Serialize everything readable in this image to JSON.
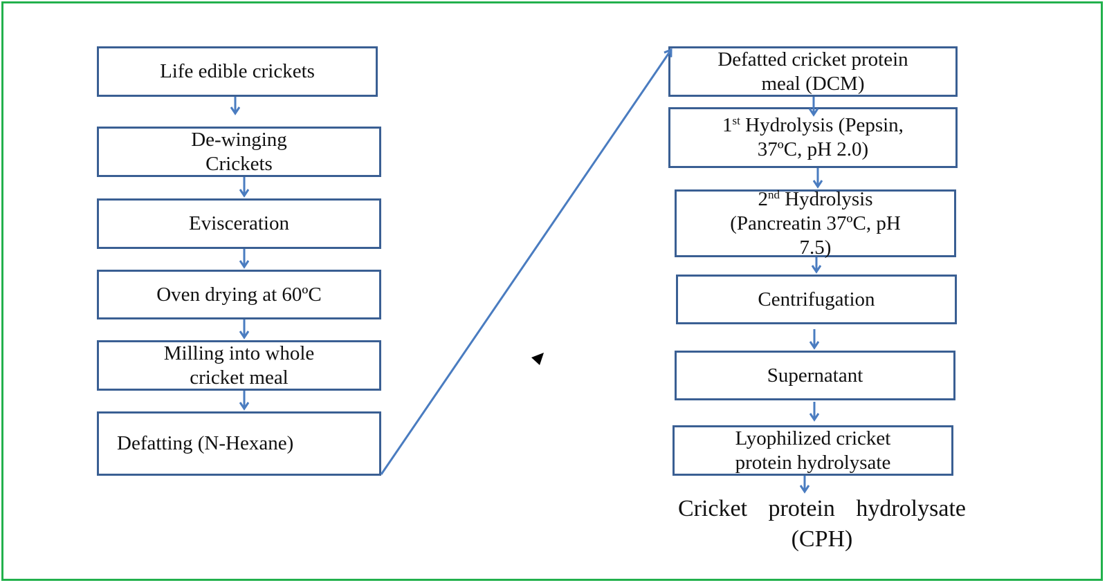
{
  "left_column": [
    {
      "lines": [
        "Life edible  crickets"
      ]
    },
    {
      "lines": [
        "De-winging",
        "Crickets"
      ]
    },
    {
      "lines": [
        "Evisceration"
      ]
    },
    {
      "lines": [
        "Oven drying at 60ºC"
      ]
    },
    {
      "lines": [
        "Milling into whole",
        "cricket meal"
      ]
    },
    {
      "lines": [
        "Defatting  (N-Hexane)"
      ]
    }
  ],
  "right_column": {
    "dcm": [
      "Defatted cricket protein",
      "meal (DCM)"
    ],
    "hydrolysis1": {
      "ordinal": "1",
      "suffix": "st",
      "line1_rest": " Hydrolysis (Pepsin,",
      "line2": "37ºC,  pH 2.0)"
    },
    "hydrolysis2": {
      "ordinal": "2",
      "suffix": "nd",
      "line1_rest": "  Hydrolysis",
      "line2": "(Pancreatin 37ºC, pH",
      "line3": "7.5)"
    },
    "centrifugation": "Centrifugation",
    "supernatant": "Supernatant",
    "lyophilized": [
      "Lyophilized cricket",
      "protein hydrolysate"
    ]
  },
  "final_product": [
    "Cricket  protein  hydrolysate",
    "(CPH)"
  ],
  "colors": {
    "border": "#22b14c",
    "box_stroke": "#3a5f93",
    "arrow": "#4a7cc0"
  }
}
